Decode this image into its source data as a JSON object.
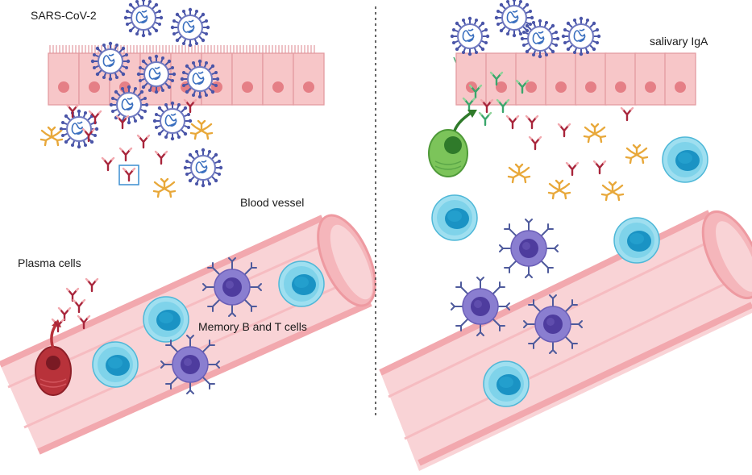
{
  "labels": {
    "virus": "SARS-CoV-2",
    "blood_vessel": "Blood vessel",
    "plasma_cells": "Plasma cells",
    "memory_cells": "Memory B and T cells",
    "salivary_iga": "salivary IgA"
  },
  "colors": {
    "epithelium": "#f7c6c8",
    "epithelium_border": "#e39aa0",
    "nucleus": "#e57f86",
    "virus_spike": "#4a55a8",
    "virus_rna": "#3a6fbf",
    "vessel_fill": "#f9d3d6",
    "vessel_dark": "#f2a8ae",
    "cyan_cell": "#7fd3ea",
    "cyan_nucleus": "#1a93c4",
    "t_cell": "#8a7ed0",
    "t_cell_nucleus": "#4e3c9e",
    "cytokine": "#e8a83a",
    "antibody": "#a8253b",
    "iga": "#3aa66b",
    "plasma_cell": "#b8323a",
    "green_cell": "#7cc45a",
    "divider": "#333333"
  },
  "icons": [
    "virus-icon",
    "antibody-icon",
    "cytokine-icon",
    "lymphocyte-icon",
    "monocyte-icon",
    "plasma-cell-icon",
    "blood-vessel-icon",
    "epithelial-cell-icon"
  ]
}
